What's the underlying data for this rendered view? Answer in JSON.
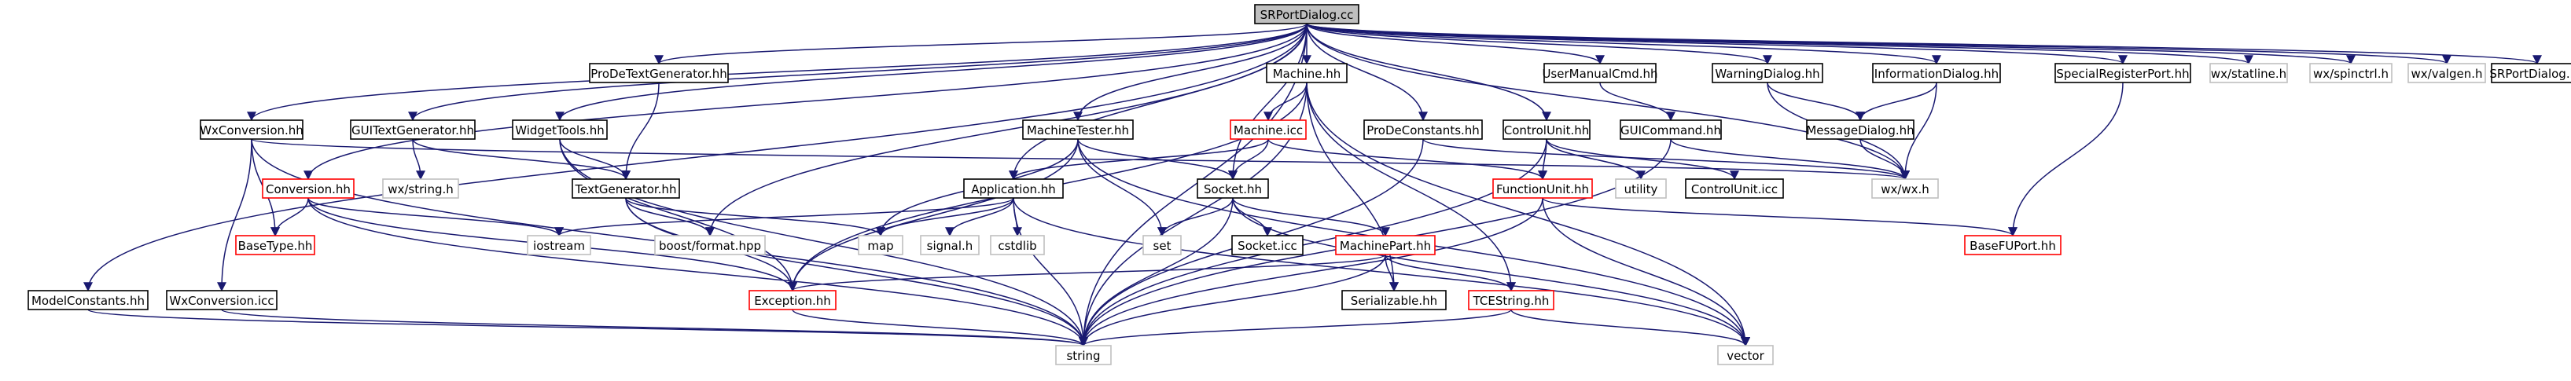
{
  "diagram": {
    "title": "",
    "colors": {
      "root_fill": "#bfbfbf",
      "root_stroke": "#000000",
      "internal_stroke": "#000000",
      "expandable_stroke": "#ff0000",
      "external_stroke": "#bfbfbf",
      "node_fill": "#ffffff",
      "edge": "#191970"
    },
    "nodes": {
      "n_root": {
        "label": "SRPortDialog.cc",
        "kind": "root"
      },
      "n_prode_textgen": {
        "label": "ProDeTextGenerator.hh",
        "kind": "internal"
      },
      "n_machine": {
        "label": "Machine.hh",
        "kind": "internal"
      },
      "n_usermanual": {
        "label": "UserManualCmd.hh",
        "kind": "internal"
      },
      "n_warning": {
        "label": "WarningDialog.hh",
        "kind": "internal"
      },
      "n_information": {
        "label": "InformationDialog.hh",
        "kind": "internal"
      },
      "n_specialreg": {
        "label": "SpecialRegisterPort.hh",
        "kind": "internal"
      },
      "n_wxstatline": {
        "label": "wx/statline.h",
        "kind": "external"
      },
      "n_wxspinctrl": {
        "label": "wx/spinctrl.h",
        "kind": "external"
      },
      "n_wxvalgen": {
        "label": "wx/valgen.h",
        "kind": "external"
      },
      "n_srportdialoghh": {
        "label": "SRPortDialog.hh",
        "kind": "internal"
      },
      "n_wxconversion": {
        "label": "WxConversion.hh",
        "kind": "internal"
      },
      "n_guitextgen": {
        "label": "GUITextGenerator.hh",
        "kind": "internal"
      },
      "n_widgettools": {
        "label": "WidgetTools.hh",
        "kind": "internal"
      },
      "n_machinetester": {
        "label": "MachineTester.hh",
        "kind": "internal"
      },
      "n_machineicc": {
        "label": "Machine.icc",
        "kind": "expandable"
      },
      "n_prodeconstants": {
        "label": "ProDeConstants.hh",
        "kind": "internal"
      },
      "n_controlunit": {
        "label": "ControlUnit.hh",
        "kind": "internal"
      },
      "n_guicommand": {
        "label": "GUICommand.hh",
        "kind": "internal"
      },
      "n_messagedialog": {
        "label": "MessageDialog.hh",
        "kind": "internal"
      },
      "n_conversion": {
        "label": "Conversion.hh",
        "kind": "expandable"
      },
      "n_wxstring": {
        "label": "wx/string.h",
        "kind": "external"
      },
      "n_textgenerator": {
        "label": "TextGenerator.hh",
        "kind": "internal"
      },
      "n_application": {
        "label": "Application.hh",
        "kind": "internal"
      },
      "n_sockethh": {
        "label": "Socket.hh",
        "kind": "internal"
      },
      "n_functionunit": {
        "label": "FunctionUnit.hh",
        "kind": "expandable"
      },
      "n_utility": {
        "label": "utility",
        "kind": "external"
      },
      "n_controluniticc": {
        "label": "ControlUnit.icc",
        "kind": "internal"
      },
      "n_wxwx": {
        "label": "wx/wx.h",
        "kind": "external"
      },
      "n_basetype": {
        "label": "BaseType.hh",
        "kind": "expandable"
      },
      "n_iostream": {
        "label": "iostream",
        "kind": "external"
      },
      "n_boostformat": {
        "label": "boost/format.hpp",
        "kind": "external"
      },
      "n_map": {
        "label": "map",
        "kind": "external"
      },
      "n_signal": {
        "label": "signal.h",
        "kind": "external"
      },
      "n_cstdlib": {
        "label": "cstdlib",
        "kind": "external"
      },
      "n_set": {
        "label": "set",
        "kind": "external"
      },
      "n_socketicc": {
        "label": "Socket.icc",
        "kind": "internal"
      },
      "n_machinepart": {
        "label": "MachinePart.hh",
        "kind": "expandable"
      },
      "n_basefuport": {
        "label": "BaseFUPort.hh",
        "kind": "expandable"
      },
      "n_modelconstants": {
        "label": "ModelConstants.hh",
        "kind": "internal"
      },
      "n_wxconversionicc": {
        "label": "WxConversion.icc",
        "kind": "internal"
      },
      "n_exception": {
        "label": "Exception.hh",
        "kind": "expandable"
      },
      "n_serializable": {
        "label": "Serializable.hh",
        "kind": "internal"
      },
      "n_tcestring": {
        "label": "TCEString.hh",
        "kind": "expandable"
      },
      "n_string": {
        "label": "string",
        "kind": "external"
      },
      "n_vector": {
        "label": "vector",
        "kind": "external"
      }
    },
    "edges": [
      [
        "n_root",
        "n_prode_textgen"
      ],
      [
        "n_root",
        "n_machine"
      ],
      [
        "n_root",
        "n_usermanual"
      ],
      [
        "n_root",
        "n_warning"
      ],
      [
        "n_root",
        "n_information"
      ],
      [
        "n_root",
        "n_specialreg"
      ],
      [
        "n_root",
        "n_wxstatline"
      ],
      [
        "n_root",
        "n_wxspinctrl"
      ],
      [
        "n_root",
        "n_wxvalgen"
      ],
      [
        "n_root",
        "n_srportdialoghh"
      ],
      [
        "n_root",
        "n_wxconversion"
      ],
      [
        "n_root",
        "n_guitextgen"
      ],
      [
        "n_root",
        "n_widgettools"
      ],
      [
        "n_root",
        "n_machinetester"
      ],
      [
        "n_root",
        "n_prodeconstants"
      ],
      [
        "n_root",
        "n_controlunit"
      ],
      [
        "n_root",
        "n_conversion"
      ],
      [
        "n_root",
        "n_application"
      ],
      [
        "n_root",
        "n_sockethh"
      ],
      [
        "n_root",
        "n_wxwx"
      ],
      [
        "n_root",
        "n_boostformat"
      ],
      [
        "n_root",
        "n_modelconstants"
      ],
      [
        "n_root",
        "n_string"
      ],
      [
        "n_prode_textgen",
        "n_textgenerator"
      ],
      [
        "n_machine",
        "n_machineicc"
      ],
      [
        "n_machine",
        "n_exception"
      ],
      [
        "n_machine",
        "n_string"
      ],
      [
        "n_machine",
        "n_serializable"
      ],
      [
        "n_machine",
        "n_tcestring"
      ],
      [
        "n_machine",
        "n_vector"
      ],
      [
        "n_usermanual",
        "n_guicommand"
      ],
      [
        "n_warning",
        "n_messagedialog"
      ],
      [
        "n_warning",
        "n_wxwx"
      ],
      [
        "n_information",
        "n_messagedialog"
      ],
      [
        "n_information",
        "n_wxwx"
      ],
      [
        "n_specialreg",
        "n_basefuport"
      ],
      [
        "n_wxconversion",
        "n_basetype"
      ],
      [
        "n_wxconversion",
        "n_wxconversionicc"
      ],
      [
        "n_wxconversion",
        "n_string"
      ],
      [
        "n_wxconversion",
        "n_wxwx"
      ],
      [
        "n_guitextgen",
        "n_textgenerator"
      ],
      [
        "n_guitextgen",
        "n_wxstring"
      ],
      [
        "n_widgettools",
        "n_textgenerator"
      ],
      [
        "n_widgettools",
        "n_exception"
      ],
      [
        "n_widgettools",
        "n_string"
      ],
      [
        "n_machinetester",
        "n_sockethh"
      ],
      [
        "n_machinetester",
        "n_map"
      ],
      [
        "n_machinetester",
        "n_exception"
      ],
      [
        "n_machinetester",
        "n_set"
      ],
      [
        "n_machinetester",
        "n_vector"
      ],
      [
        "n_machineicc",
        "n_application"
      ],
      [
        "n_machineicc",
        "n_sockethh"
      ],
      [
        "n_machineicc",
        "n_functionunit"
      ],
      [
        "n_prodeconstants",
        "n_string"
      ],
      [
        "n_prodeconstants",
        "n_wxwx"
      ],
      [
        "n_controlunit",
        "n_functionunit"
      ],
      [
        "n_controlunit",
        "n_utility"
      ],
      [
        "n_controlunit",
        "n_controluniticc"
      ],
      [
        "n_controlunit",
        "n_string"
      ],
      [
        "n_guicommand",
        "n_wxwx"
      ],
      [
        "n_guicommand",
        "n_string"
      ],
      [
        "n_messagedialog",
        "n_wxwx"
      ],
      [
        "n_conversion",
        "n_basetype"
      ],
      [
        "n_conversion",
        "n_iostream"
      ],
      [
        "n_conversion",
        "n_exception"
      ],
      [
        "n_conversion",
        "n_string"
      ],
      [
        "n_textgenerator",
        "n_boostformat"
      ],
      [
        "n_textgenerator",
        "n_map"
      ],
      [
        "n_textgenerator",
        "n_string"
      ],
      [
        "n_textgenerator",
        "n_exception"
      ],
      [
        "n_application",
        "n_iostream"
      ],
      [
        "n_application",
        "n_map"
      ],
      [
        "n_application",
        "n_signal"
      ],
      [
        "n_application",
        "n_cstdlib"
      ],
      [
        "n_application",
        "n_string"
      ],
      [
        "n_application",
        "n_vector"
      ],
      [
        "n_sockethh",
        "n_socketicc"
      ],
      [
        "n_sockethh",
        "n_machinepart"
      ],
      [
        "n_sockethh",
        "n_set"
      ],
      [
        "n_sockethh",
        "n_string"
      ],
      [
        "n_sockethh",
        "n_vector"
      ],
      [
        "n_functionunit",
        "n_basefuport"
      ],
      [
        "n_functionunit",
        "n_string"
      ],
      [
        "n_functionunit",
        "n_vector"
      ],
      [
        "n_machinepart",
        "n_serializable"
      ],
      [
        "n_machinepart",
        "n_tcestring"
      ],
      [
        "n_machinepart",
        "n_exception"
      ],
      [
        "n_machinepart",
        "n_string"
      ],
      [
        "n_modelconstants",
        "n_string"
      ],
      [
        "n_wxconversionicc",
        "n_string"
      ],
      [
        "n_exception",
        "n_string"
      ],
      [
        "n_tcestring",
        "n_string"
      ],
      [
        "n_tcestring",
        "n_vector"
      ]
    ]
  }
}
